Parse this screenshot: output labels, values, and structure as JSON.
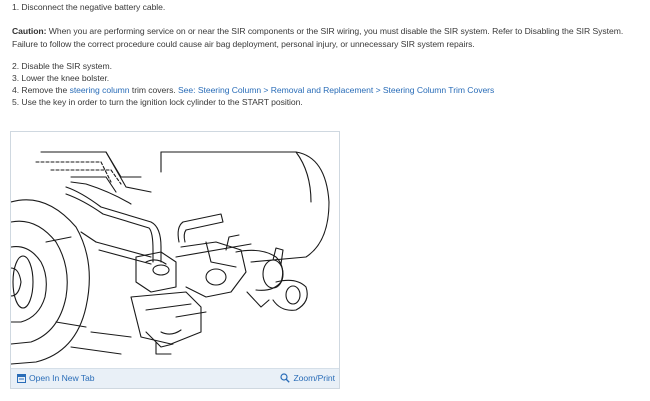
{
  "steps_top": [
    {
      "num": "1.",
      "text": "Disconnect the negative battery cable."
    }
  ],
  "caution": {
    "label": "Caution:",
    "text": " When you are performing service on or near the SIR components or the SIR wiring, you must disable the SIR system. Refer to Disabling the SIR System. Failure to follow the correct procedure could cause air bag deployment, personal injury, or unnecessary SIR system repairs."
  },
  "steps": [
    {
      "num": "2.",
      "text": "Disable the SIR system."
    },
    {
      "num": "3.",
      "text": "Lower the knee bolster."
    },
    {
      "num": "4.",
      "text_before": "Remove the ",
      "link": "steering column",
      "text_mid": " trim covers. ",
      "see_link": "See: Steering Column > Removal and Replacement > Steering Column Trim Covers"
    },
    {
      "num": "5.",
      "text": "Use the key in order to turn the ignition lock cylinder to the START position."
    }
  ],
  "figure": {
    "open_label": "Open In New Tab",
    "zoom_label": "Zoom/Print",
    "icons": {
      "open": "open-in-new-tab-icon",
      "zoom": "magnifier-icon"
    },
    "accent_color": "#2a6db8"
  }
}
